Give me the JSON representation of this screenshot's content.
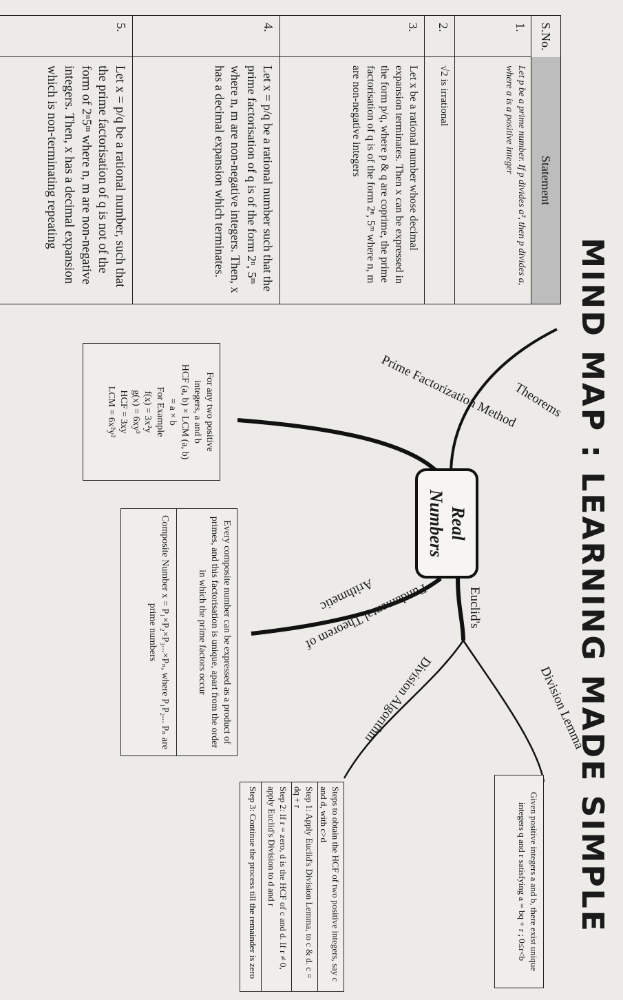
{
  "title": "MIND MAP : LEARNING MADE SIMPLE",
  "center": {
    "line1": "Real",
    "line2": "Numbers"
  },
  "table": {
    "header": {
      "sno": "S.No.",
      "statement": "Statement"
    },
    "rows": [
      {
        "num": "1.",
        "text": "Let p be a prime number. If p divides a², then p divides a, where a is a positive integer"
      },
      {
        "num": "2.",
        "text": "√2 is irrational"
      },
      {
        "num": "3.",
        "text": "Let x be a rational number whose decimal expansion terminates. Then x can be expressed in the form p/q, where p & q are coprime, the prime factorisation of q is of the form 2ⁿ, 5ᵐ where n, m are non-negative integers"
      },
      {
        "num": "4.",
        "text": "Let x = p/q be a rational number such that the prime factorisation of q is of the form 2ⁿ, 5ᵐ where n, m are non-negative integers. Then, x has a decimal expansion which terminates."
      },
      {
        "num": "5.",
        "text": "Let x = p/q be a rational number, such that the prime factorisation of q is not of the form of 2ⁿ5ᵐ where n, m are non-negative integers. Then, x has a decimal expansion which is non-terminating repeating"
      }
    ]
  },
  "branches": {
    "theorems": "Theorems",
    "prime_factorization": "Prime Factorization Method",
    "euclids": "Euclid's",
    "division_lemma": "Division Lemma",
    "division_algorithm": "Division Algorithm",
    "fta": "Fundamental Theorem of",
    "fta2": "Arithmetic"
  },
  "prime_box": {
    "lines": [
      "For any two positive",
      "integers, a and b",
      "HCF (a, b) × LCM (a, b)",
      "= a × b",
      "For Example",
      "f(x) = 3x²y",
      "g(x) = 6xy³",
      "HCF = 3xy",
      "LCM = 6x²y²"
    ]
  },
  "fta_box": {
    "part1": "Every composite number can be expressed as a product of primes, and this factorisation is unique, apart from the order in which the prime factors occur",
    "part2": "Composite Number x = P₁×P₂×P₃...×Pₙ, where P₁P₂... Pₙ are prime numbers"
  },
  "lemma_box": {
    "text": "Given positive integers a and b, there exist unique integers q and r satisfying a = bq + r ; 0≤r<b"
  },
  "algorithm_box": {
    "intro": "Steps to obtain the HCF of two positive integers, say c and d, with c>d",
    "step1": "Step 1: Apply Euclid's Division Lemma, to c & d. c = dq + r",
    "step2": "Step 2: If r = zero, d is the HCF of c and d. If r ≠ 0, apply Euclid's Division to d and r",
    "step3": "Step 3: Continue the process till the remainder is zero"
  }
}
